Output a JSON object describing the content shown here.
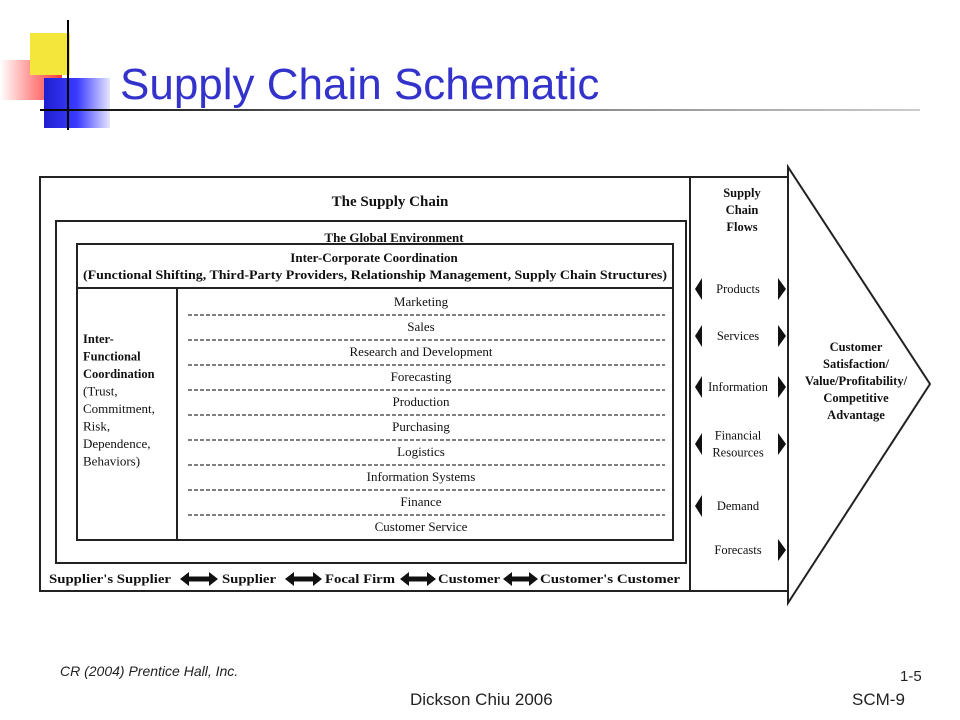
{
  "slide": {
    "title": "Supply Chain Schematic",
    "credit": "CR (2004) Prentice Hall, Inc.",
    "page": "1-5",
    "author": "Dickson Chiu 2006",
    "course": "SCM-9"
  },
  "diagram": {
    "supply_chain_title": "The Supply Chain",
    "global_env": "The Global Environment",
    "inter_corporate_title": "Inter-Corporate Coordination",
    "inter_corporate_detail": "(Functional Shifting, Third-Party Providers, Relationship Management, Supply Chain Structures)",
    "inter_functional_bold": [
      "Inter-",
      "Functional",
      "Coordination"
    ],
    "inter_functional_rest": [
      "(Trust,",
      "Commitment,",
      "Risk,",
      "Dependence,",
      "Behaviors)"
    ],
    "functions": [
      "Marketing",
      "Sales",
      "Research and Development",
      "Forecasting",
      "Production",
      "Purchasing",
      "Logistics",
      "Information Systems",
      "Finance",
      "Customer Service"
    ],
    "chain": [
      "Supplier's Supplier",
      "Supplier",
      "Focal Firm",
      "Customer",
      "Customer's Customer"
    ],
    "flows_title": [
      "Supply",
      "Chain",
      "Flows"
    ],
    "flows": [
      {
        "label": [
          "Products"
        ],
        "left_arrow": true,
        "right_arrow": true
      },
      {
        "label": [
          "Services"
        ],
        "left_arrow": true,
        "right_arrow": true
      },
      {
        "label": [
          "Information"
        ],
        "left_arrow": true,
        "right_arrow": true
      },
      {
        "label": [
          "Financial",
          "Resources"
        ],
        "left_arrow": true,
        "right_arrow": true
      },
      {
        "label": [
          "Demand"
        ],
        "left_arrow": true,
        "right_arrow": false
      },
      {
        "label": [
          "Forecasts"
        ],
        "left_arrow": false,
        "right_arrow": true
      }
    ],
    "outcome": [
      "Customer",
      "Satisfaction/",
      "Value/Profitability/",
      "Competitive",
      "Advantage"
    ]
  }
}
